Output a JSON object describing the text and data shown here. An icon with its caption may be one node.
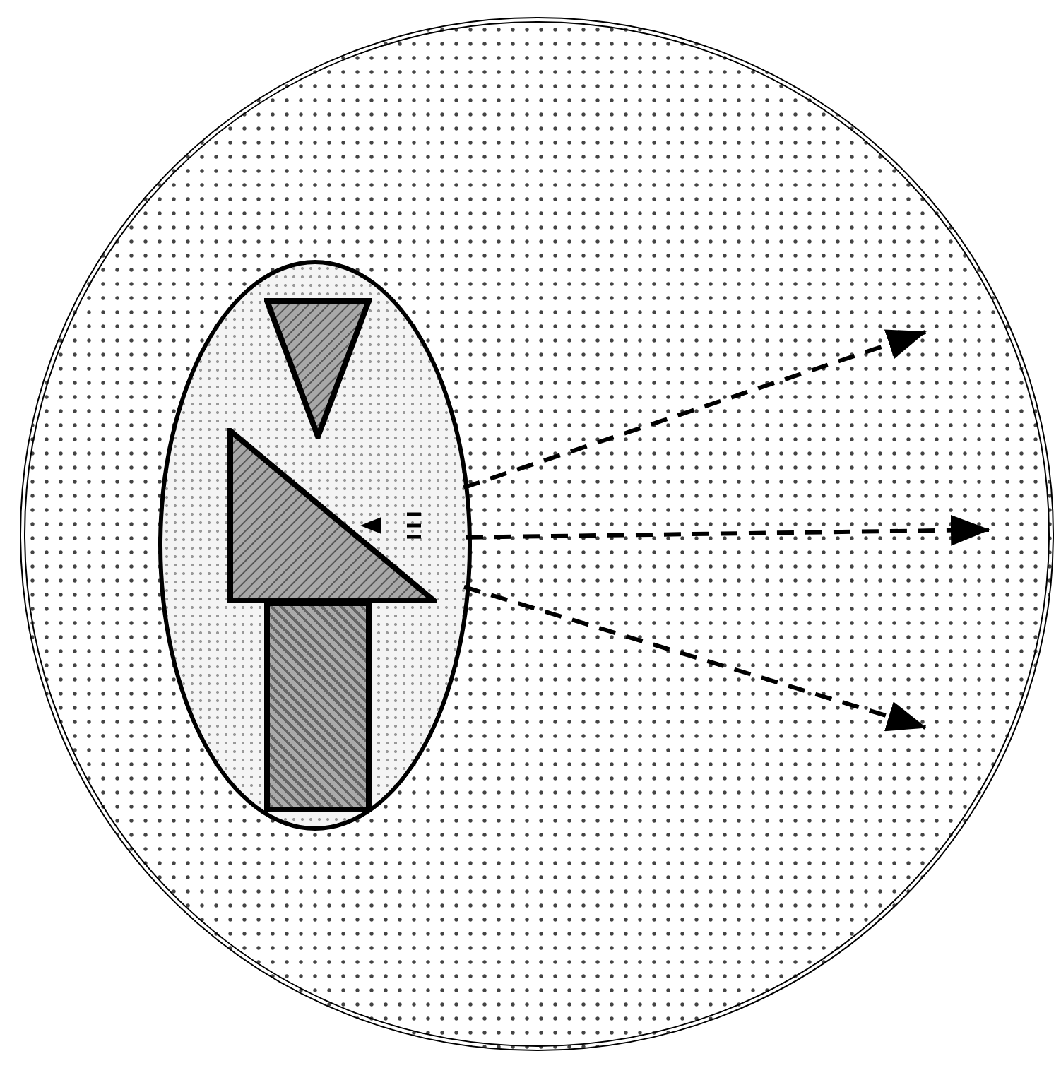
{
  "diagram": {
    "nodes": [
      {
        "text": [],
        "shape": "circle"
      },
      {
        "text": [],
        "shape": "ellipse",
        "in": 0
      },
      {
        "text": [],
        "shape": "triangle",
        "in": 1
      },
      {
        "text": [],
        "shape": "triangle",
        "in": 1
      },
      {
        "text": [],
        "shape": "box",
        "in": 1
      }
    ],
    "edges": [
      {
        "from": 1,
        "to": null,
        "arrow": "to",
        "style": "dashed"
      },
      {
        "from": 1,
        "to": null,
        "arrow": "to",
        "style": "dashed"
      },
      {
        "from": 1,
        "to": null,
        "arrow": "to",
        "style": "dashed"
      }
    ]
  }
}
